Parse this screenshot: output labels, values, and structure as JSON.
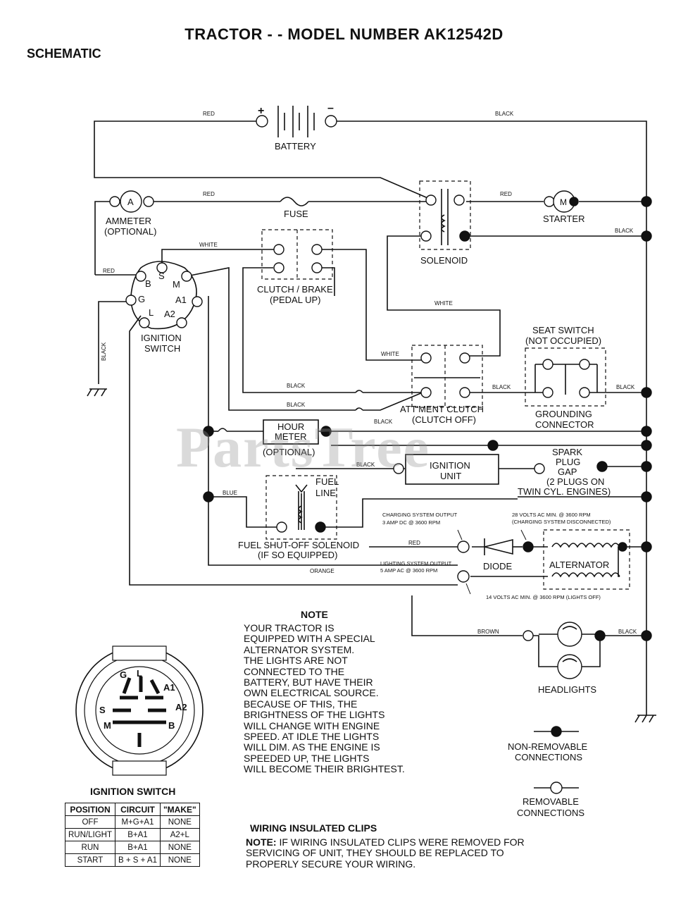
{
  "title": "TRACTOR - - MODEL NUMBER AK12542D",
  "subtitle": "SCHEMATIC",
  "watermark": "PartsTree",
  "components": {
    "battery": "BATTERY",
    "battery_plus": "+",
    "battery_minus": "–",
    "ammeter": "AMMETER",
    "ammeter_optional": "(OPTIONAL)",
    "ammeter_symbol": "A",
    "fuse": "FUSE",
    "starter": "STARTER",
    "starter_symbol": "M",
    "solenoid": "SOLENOID",
    "clutch_brake_1": "CLUTCH / BRAKE",
    "clutch_brake_2": "(PEDAL UP)",
    "ignition_switch_1": "IGNITION",
    "ignition_switch_2": "SWITCH",
    "seat_switch_1": "SEAT SWITCH",
    "seat_switch_2": "(NOT OCCUPIED)",
    "grounding_1": "GROUNDING",
    "grounding_2": "CONNECTOR",
    "attment_1": "ATT'MENT CLUTCH",
    "attment_2": "(CLUTCH OFF)",
    "hour_meter_1": "HOUR",
    "hour_meter_2": "METER",
    "hour_meter_3": "(OPTIONAL)",
    "ignition_unit_1": "IGNITION",
    "ignition_unit_2": "UNIT",
    "spark_1": "SPARK",
    "spark_2": "PLUG",
    "spark_3": "GAP",
    "spark_4": "(2 PLUGS ON",
    "spark_5": "TWIN CYL. ENGINES)",
    "fuel_line_1": "FUEL",
    "fuel_line_2": "LINE",
    "fuel_solenoid_1": "FUEL SHUT-OFF SOLENOID",
    "fuel_solenoid_2": "(IF SO EQUIPPED)",
    "diode": "DIODE",
    "alternator": "ALTERNATOR",
    "headlights": "HEADLIGHTS",
    "charging_1": "CHARGING SYSTEM OUTPUT",
    "charging_2": "3 AMP DC @ 3600 RPM",
    "ac28_1": "28 VOLTS AC MIN. @ 3600 RPM",
    "ac28_2": "(CHARGING SYSTEM DISCONNECTED)",
    "lighting_1": "LIGHTING SYSTEM OUTPUT",
    "lighting_2": "5 AMP AC @ 3600 RPM",
    "ac14": "14 VOLTS AC MIN. @ 3600 RPM (LIGHTS OFF)",
    "terminals": {
      "S": "S",
      "B": "B",
      "M": "M",
      "G": "G",
      "A1": "A1",
      "L": "L",
      "A2": "A2"
    }
  },
  "wires": {
    "red": "RED",
    "black": "BLACK",
    "white": "WHITE",
    "blue": "BLUE",
    "orange": "ORANGE",
    "brown": "BROWN"
  },
  "note": {
    "heading": "NOTE",
    "lines": [
      "YOUR TRACTOR IS",
      "EQUIPPED WITH A SPECIAL",
      "ALTERNATOR SYSTEM.",
      "THE LIGHTS ARE NOT",
      "CONNECTED TO THE",
      "BATTERY, BUT HAVE THEIR",
      "OWN ELECTRICAL SOURCE.",
      "BECAUSE OF THIS, THE",
      "BRIGHTNESS OF THE LIGHTS",
      "WILL CHANGE WITH ENGINE",
      "SPEED.  AT IDLE THE LIGHTS",
      "WILL DIM.  AS THE ENGINE IS",
      "SPEEDED UP, THE LIGHTS",
      "WILL BECOME THEIR BRIGHTEST."
    ]
  },
  "legend": {
    "non_removable_1": "NON-REMOVABLE",
    "non_removable_2": "CONNECTIONS",
    "removable_1": "REMOVABLE",
    "removable_2": "CONNECTIONS"
  },
  "ignition_face": {
    "title": "IGNITION SWITCH",
    "letters": {
      "G": "G",
      "L": "L",
      "A1": "A1",
      "S": "S",
      "A2": "A2",
      "M": "M",
      "B": "B"
    }
  },
  "ignition_table": {
    "headers": [
      "POSITION",
      "CIRCUIT",
      "\"MAKE\""
    ],
    "rows": [
      [
        "OFF",
        "M+G+A1",
        "NONE"
      ],
      [
        "RUN/LIGHT",
        "B+A1",
        "A2+L"
      ],
      [
        "RUN",
        "B+A1",
        "NONE"
      ],
      [
        "START",
        "B + S + A1",
        "NONE"
      ]
    ]
  },
  "clips": {
    "heading": "WIRING INSULATED CLIPS",
    "note_label": "NOTE:",
    "lines": [
      " IF WIRING INSULATED CLIPS WERE REMOVED FOR",
      "SERVICING OF UNIT, THEY SHOULD BE REPLACED TO",
      "PROPERLY SECURE YOUR WIRING."
    ]
  }
}
